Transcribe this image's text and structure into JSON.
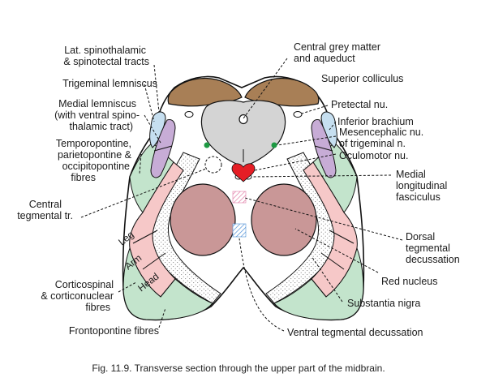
{
  "labels": {
    "lat_spinothalamic_1": "Lat. spinothalamic",
    "lat_spinothalamic_2": "& spinotectal tracts",
    "trigeminal_lemniscus": "Trigeminal lemniscus",
    "medial_lemniscus_1": "Medial lemniscus",
    "medial_lemniscus_2": "(with ventral spino-",
    "medial_lemniscus_3": "thalamic tract)",
    "temporopontine_1": "Temporopontine,",
    "temporopontine_2": "parietopontine &",
    "temporopontine_3": "occipitopontine",
    "temporopontine_4": "fibres",
    "central_tegmental_1": "Central",
    "central_tegmental_2": "tegmental tr.",
    "corticospinal_1": "Corticospinal",
    "corticospinal_2": "& corticonuclear",
    "corticospinal_3": "fibres",
    "frontopontine": "Frontopontine fibres",
    "central_grey_1": "Central grey matter",
    "central_grey_2": "and aqueduct",
    "superior_colliculus": "Superior colliculus",
    "pretectal": "Pretectal nu.",
    "inferior_brachium": "Inferior brachium",
    "mesencephalic_1": "Mesencephalic nu.",
    "mesencephalic_2": "of trigeminal n.",
    "oculomotor": "Oculomotor nu.",
    "mlf_1": "Medial",
    "mlf_2": "longitudinal",
    "mlf_3": "fasciculus",
    "dorsal_tegmental_1": "Dorsal",
    "dorsal_tegmental_2": "tegmental",
    "dorsal_tegmental_3": "decussation",
    "red_nucleus": "Red nucleus",
    "substantia_nigra": "Substantia nigra",
    "ventral_tegmental": "Ventral tegmental decussation"
  },
  "region_labels": {
    "leg": "Leg",
    "arm": "Arm",
    "head": "Head"
  },
  "caption": "Fig. 11.9. Transverse section through the upper part of the midbrain.",
  "colors": {
    "superior_colliculus": "#a87f56",
    "central_grey": "#d4d4d4",
    "red_nucleus": "#c99797",
    "corticospinal": "#f6c8c8",
    "frontopontine": "#c3e4cc",
    "medial_lemniscus": "#c7acd6",
    "inferior_brachium": "#c6dff0",
    "oculomotor": "#e51e25",
    "mesencephalic": "#1e9a43",
    "dorsal_decussation": "#e07aa5",
    "ventral_decussation": "#4e8fd6",
    "substantia_nigra_dots": "#777777"
  }
}
